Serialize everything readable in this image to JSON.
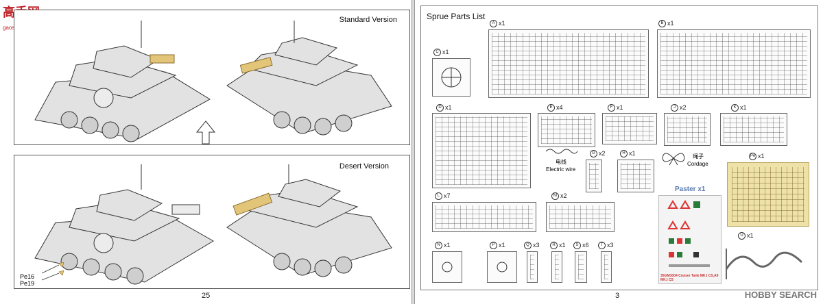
{
  "left_page": {
    "page_number": "25",
    "logo_text": "高手网",
    "logo_url": "gaoshou.com",
    "panels": [
      {
        "title": "Standard Version"
      },
      {
        "title": "Desert Version"
      }
    ],
    "callouts": [
      "Pe16",
      "Pe19"
    ]
  },
  "right_page": {
    "page_number": "3",
    "title": "Sprue Parts List",
    "sprues": [
      {
        "letter": "A",
        "qty": "x1"
      },
      {
        "letter": "B",
        "qty": "x1"
      },
      {
        "letter": "C",
        "qty": "x1"
      },
      {
        "letter": "D",
        "qty": "x1"
      },
      {
        "letter": "E",
        "qty": "x4"
      },
      {
        "letter": "F",
        "qty": "x1"
      },
      {
        "letter": "G",
        "qty": "x2"
      },
      {
        "letter": "H",
        "qty": "x1"
      },
      {
        "letter": "J",
        "qty": "x2"
      },
      {
        "letter": "K",
        "qty": "x1"
      },
      {
        "letter": "L",
        "qty": "x7"
      },
      {
        "letter": "M",
        "qty": "x2"
      },
      {
        "letter": "N",
        "qty": "x1"
      },
      {
        "letter": "P",
        "qty": "x1"
      },
      {
        "letter": "Q",
        "qty": "x3"
      },
      {
        "letter": "R",
        "qty": "x1"
      },
      {
        "letter": "S",
        "qty": "x6"
      },
      {
        "letter": "T",
        "qty": "x3"
      },
      {
        "letter": "Pe",
        "qty": "x1"
      },
      {
        "letter": "U",
        "qty": "x1"
      }
    ],
    "electric_wire_cn": "电线",
    "electric_wire_en": "Electric wire",
    "cordage_cn": "绳子",
    "cordage_en": "Cordage",
    "paster": "Paster x1",
    "decal_caption": "35GM3004 Cruiser Tank MK.I CS,A9 MK.I CS",
    "watermark": "HOBBY SEARCH"
  }
}
